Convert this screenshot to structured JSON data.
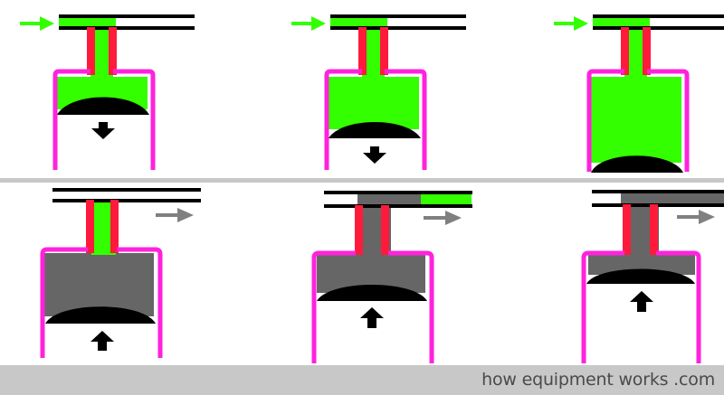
{
  "credit": {
    "text": "how equipment works .com"
  },
  "colors": {
    "intake_gas": "#33ff00",
    "exhaust_gas": "#666666",
    "cylinder_wall": "#ff22dd",
    "valve": "#ff1a3c",
    "piston": "#000000",
    "inflow_arrow": "#33ff00",
    "outflow_arrow": "#808080",
    "motion_arrow": "#000000",
    "divider": "#c8c8c8"
  },
  "icons": {
    "inflow": "arrow-right-icon",
    "outflow": "arrow-right-icon",
    "piston_down": "arrow-down-icon",
    "piston_up": "arrow-up-icon"
  },
  "stages": [
    {
      "stroke": "intake",
      "fill": "intake",
      "piston_motion": "down",
      "flow": "in"
    },
    {
      "stroke": "intake",
      "fill": "intake",
      "piston_motion": "down",
      "flow": "in"
    },
    {
      "stroke": "intake",
      "fill": "intake",
      "piston_motion": "bottom",
      "flow": "in"
    },
    {
      "stroke": "exhaust",
      "fill": "exhaust",
      "piston_motion": "up",
      "flow": "out"
    },
    {
      "stroke": "exhaust",
      "fill": "exhaust",
      "piston_motion": "up",
      "flow": "out"
    },
    {
      "stroke": "exhaust",
      "fill": "exhaust",
      "piston_motion": "up",
      "flow": "out"
    }
  ]
}
